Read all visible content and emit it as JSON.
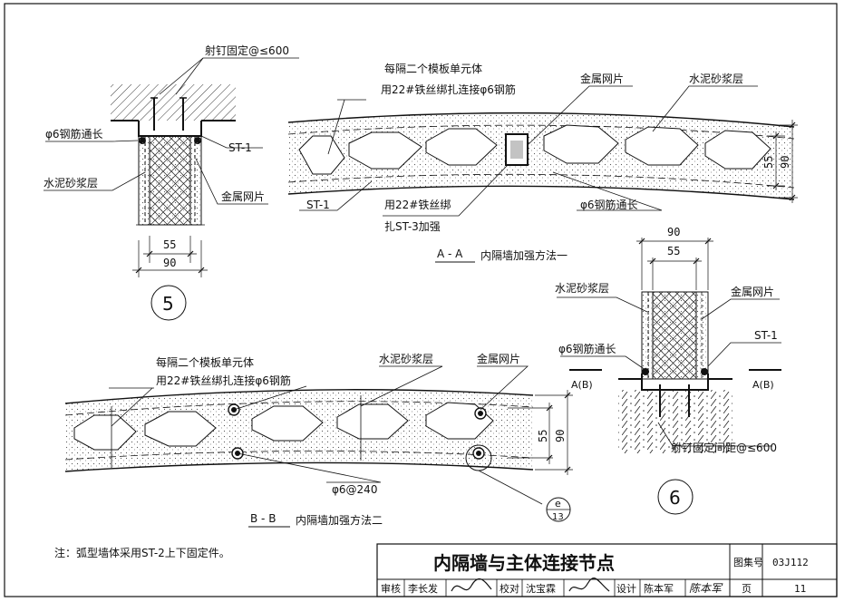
{
  "title": "内隔墙与主体连接节点",
  "note": "注：弧型墙体采用ST-2上下固定件。",
  "title_block": {
    "atlas_label": "图集号",
    "atlas_no": "03J112",
    "page_label": "页",
    "page_no": "11",
    "review_label": "审核",
    "reviewer": "李长发",
    "check_label": "校对",
    "checker": "沈宝霖",
    "design_label": "设计",
    "designer": "陈本军",
    "signature_designer": "陈本军"
  },
  "detail5": {
    "marker": "5",
    "label_nail": "射钉固定@≤600",
    "label_rebar": "φ6钢筋通长",
    "label_mortar": "水泥砂浆层",
    "label_st": "ST-1",
    "label_mesh": "金属网片",
    "dim_inner": "55",
    "dim_outer": "90"
  },
  "sectionA": {
    "label_tie_1": "每隔二个模板单元体",
    "label_tie_2": "用22#铁丝绑扎连接φ6钢筋",
    "label_mesh": "金属网片",
    "label_mortar": "水泥砂浆层",
    "label_st": "ST-1",
    "label_st3_1": "用22#铁丝绑",
    "label_st3_2": "扎ST-3加强",
    "label_rebar": "φ6钢筋通长",
    "dim_inner": "55",
    "dim_outer": "90",
    "title_code": "A - A",
    "title_text": "内隔墙加强方法一"
  },
  "sectionB": {
    "label_tie_1": "每隔二个模板单元体",
    "label_tie_2": "用22#铁丝绑扎连接φ6钢筋",
    "label_mortar": "水泥砂浆层",
    "label_mesh": "金属网片",
    "label_rebar": "φ6@240",
    "dim_inner": "55",
    "dim_outer": "90",
    "title_code": "B - B",
    "title_text": "内隔墙加强方法二",
    "ref_top": "e",
    "ref_bottom": "13"
  },
  "detail6": {
    "marker": "6",
    "dim_outer": "90",
    "dim_inner": "55",
    "label_mortar": "水泥砂浆层",
    "label_mesh": "金属网片",
    "label_rebar": "φ6钢筋通长",
    "label_st": "ST-1",
    "cut_left": "A(B)",
    "cut_right": "A(B)",
    "label_nail": "射钉固定间距@≤600"
  }
}
